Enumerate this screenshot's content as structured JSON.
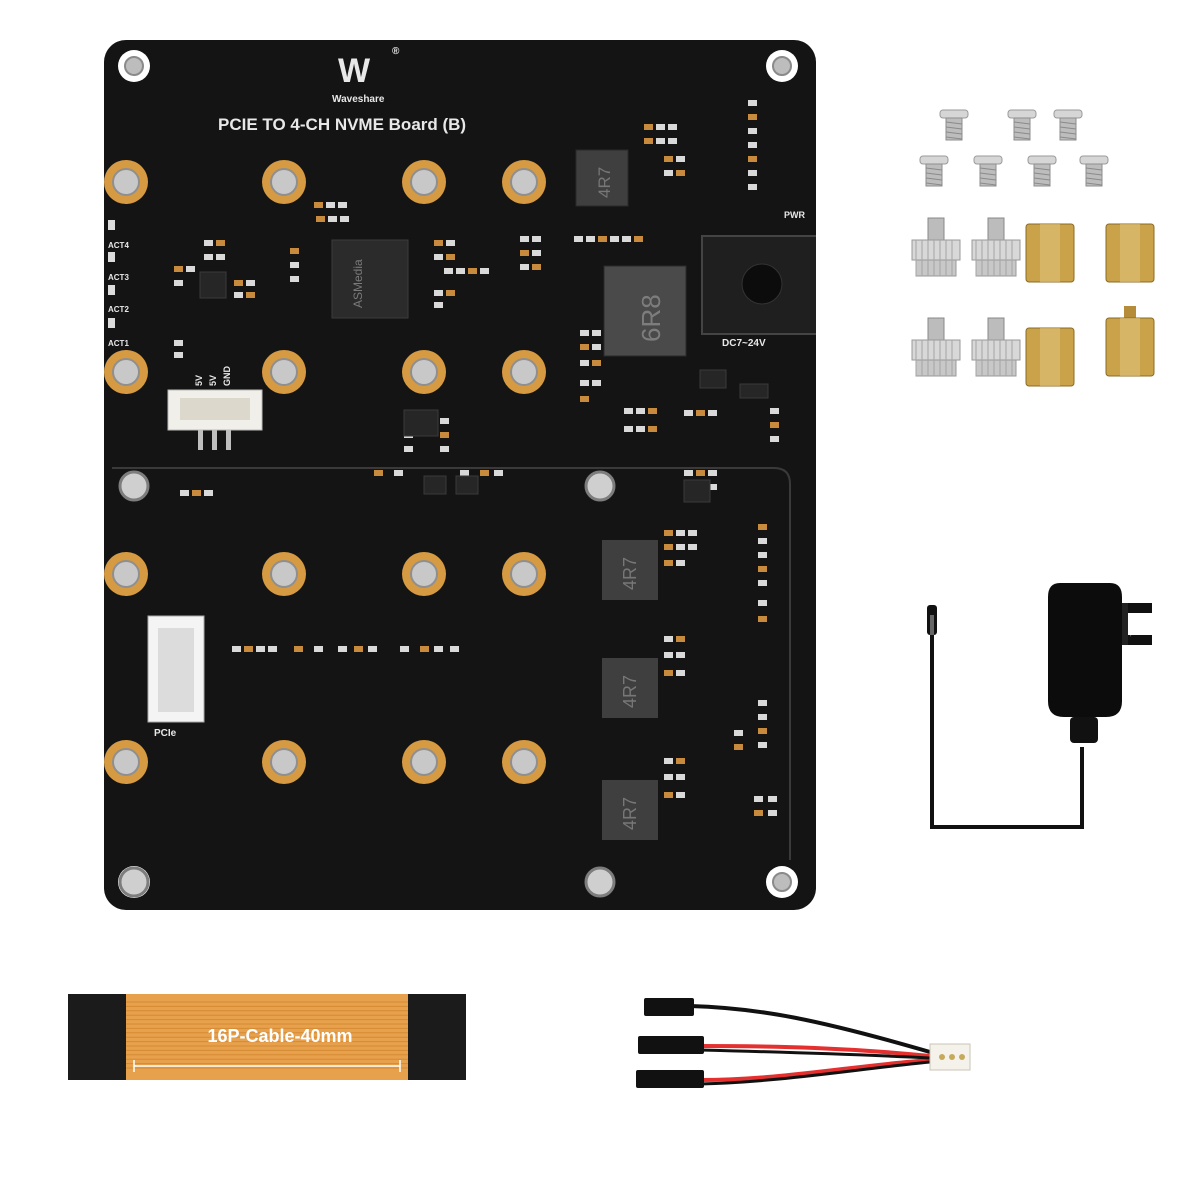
{
  "board": {
    "brand": "Waveshare",
    "title": "PCIE TO 4-CH NVME Board (B)",
    "labels": {
      "act4": "ACT4",
      "act3": "ACT3",
      "act2": "ACT2",
      "act1": "ACT1",
      "pwr": "PWR",
      "dc": "DC7~24V",
      "pcie": "PCIe",
      "fan_5v_a": "5V",
      "fan_5v_b": "5V",
      "fan_gnd": "GND",
      "chip": "ASMedia",
      "inductor_top": "4R7",
      "inductor_big": "6R8",
      "inductor_1": "4R7",
      "inductor_2": "4R7",
      "inductor_3": "4R7"
    }
  },
  "accessories": {
    "ffc_label": "16P-Cable-40mm"
  },
  "colors": {
    "pcb": "#131313",
    "gold_pad": "#d69a43",
    "ffc_orange": "#f0a040",
    "brass": "#c9a24a"
  }
}
